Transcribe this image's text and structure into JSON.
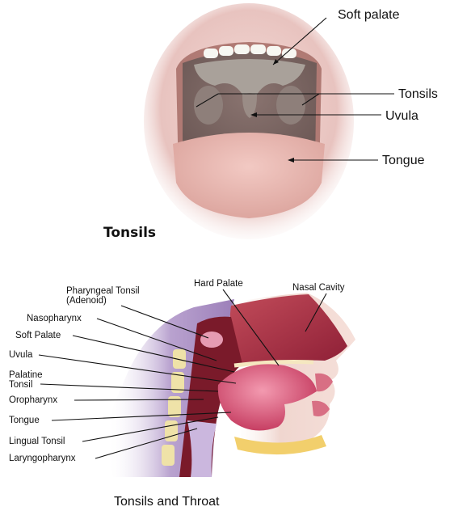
{
  "top_diagram": {
    "caption": "Tonsils",
    "labels": {
      "soft_palate": "Soft palate",
      "tonsils": "Tonsils",
      "uvula": "Uvula",
      "tongue": "Tongue"
    }
  },
  "bottom_diagram": {
    "caption": "Tonsils and Throat",
    "labels": {
      "hard_palate": "Hard Palate",
      "nasal_cavity": "Nasal Cavity",
      "pharyngeal_tonsil_1": "Pharyngeal Tonsil",
      "pharyngeal_tonsil_2": "(Adenoid)",
      "nasopharynx": "Nasopharynx",
      "soft_palate": "Soft Palate",
      "uvula": "Uvula",
      "palatine_tonsil_1": "Palatine",
      "palatine_tonsil_2": "Tonsil",
      "oropharynx": "Oropharynx",
      "tongue": "Tongue",
      "lingual_tonsil": "Lingual Tonsil",
      "laryngopharynx": "Laryngopharynx"
    }
  }
}
